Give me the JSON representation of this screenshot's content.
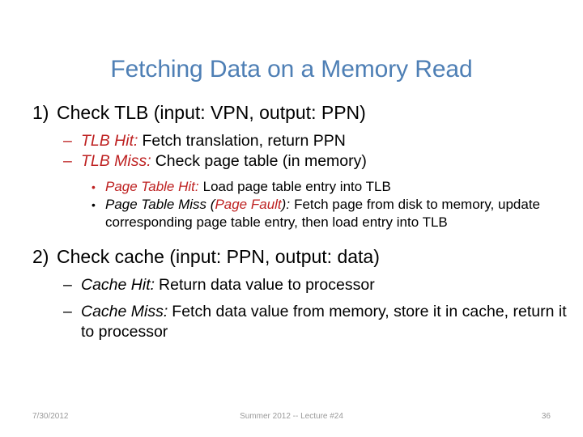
{
  "slide": {
    "title": "Fetching Data on a Memory Read",
    "colors": {
      "title": "#4E7FB5",
      "accent_red": "#BE2121",
      "body_text": "#000000",
      "footer_text": "#9A9A9A",
      "background": "#FFFFFF"
    },
    "items": [
      {
        "level": 1,
        "marker": "1)",
        "text": "Check TLB (input: VPN, output: PPN)"
      },
      {
        "level": 2,
        "marker": "–",
        "label": "TLB Hit:",
        "text": "Fetch translation, return PPN"
      },
      {
        "level": 2,
        "marker": "–",
        "label": "TLB Miss:",
        "text": "Check page table (in memory)"
      },
      {
        "level": 3,
        "marker": "•",
        "label": "Page Table Hit:",
        "text": "Load page table entry into TLB"
      },
      {
        "level": 3,
        "marker": "•",
        "label_a": "Page Table Miss (",
        "label_b": "Page Fault",
        "label_c": "):",
        "text": "Fetch page from disk to memory, update corresponding page table entry, then load entry into TLB"
      },
      {
        "level": 1,
        "marker": "2)",
        "text": "Check cache (input: PPN, output: data)"
      },
      {
        "level": 2,
        "marker": "–",
        "label": "Cache Hit:",
        "text": "Return data value to processor"
      },
      {
        "level": 2,
        "marker": "–",
        "label": "Cache Miss:",
        "text": "Fetch data value from memory, store it in cache, return it to processor"
      }
    ]
  },
  "footer": {
    "date": "7/30/2012",
    "center": "Summer 2012 -- Lecture #24",
    "slide_number": "36"
  }
}
